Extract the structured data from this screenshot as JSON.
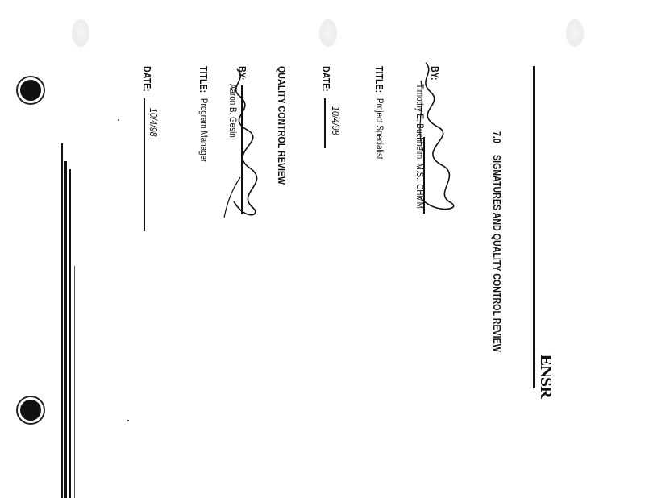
{
  "header": {
    "logo": "ENSR"
  },
  "section": {
    "number": "7.0",
    "title": "SIGNATURES AND QUALITY CONTROL REVIEW"
  },
  "signature_block": {
    "by_label": "BY:",
    "name": "Timothy E. Buchheim, M.S., CHMM",
    "title_label": "TITLE:",
    "title_value": "Project Specialist",
    "date_label": "DATE:",
    "date_value": "10/4/98"
  },
  "qc_block": {
    "heading": "QUALITY CONTROL REVIEW",
    "by_label": "BY:",
    "name": "Aaron B. Gesin",
    "title_label": "TITLE:",
    "title_value": "Program Manager",
    "date_label": "DATE:",
    "date_value": "10/4/98"
  },
  "colors": {
    "ink": "#111111",
    "paper": "#ffffff"
  }
}
